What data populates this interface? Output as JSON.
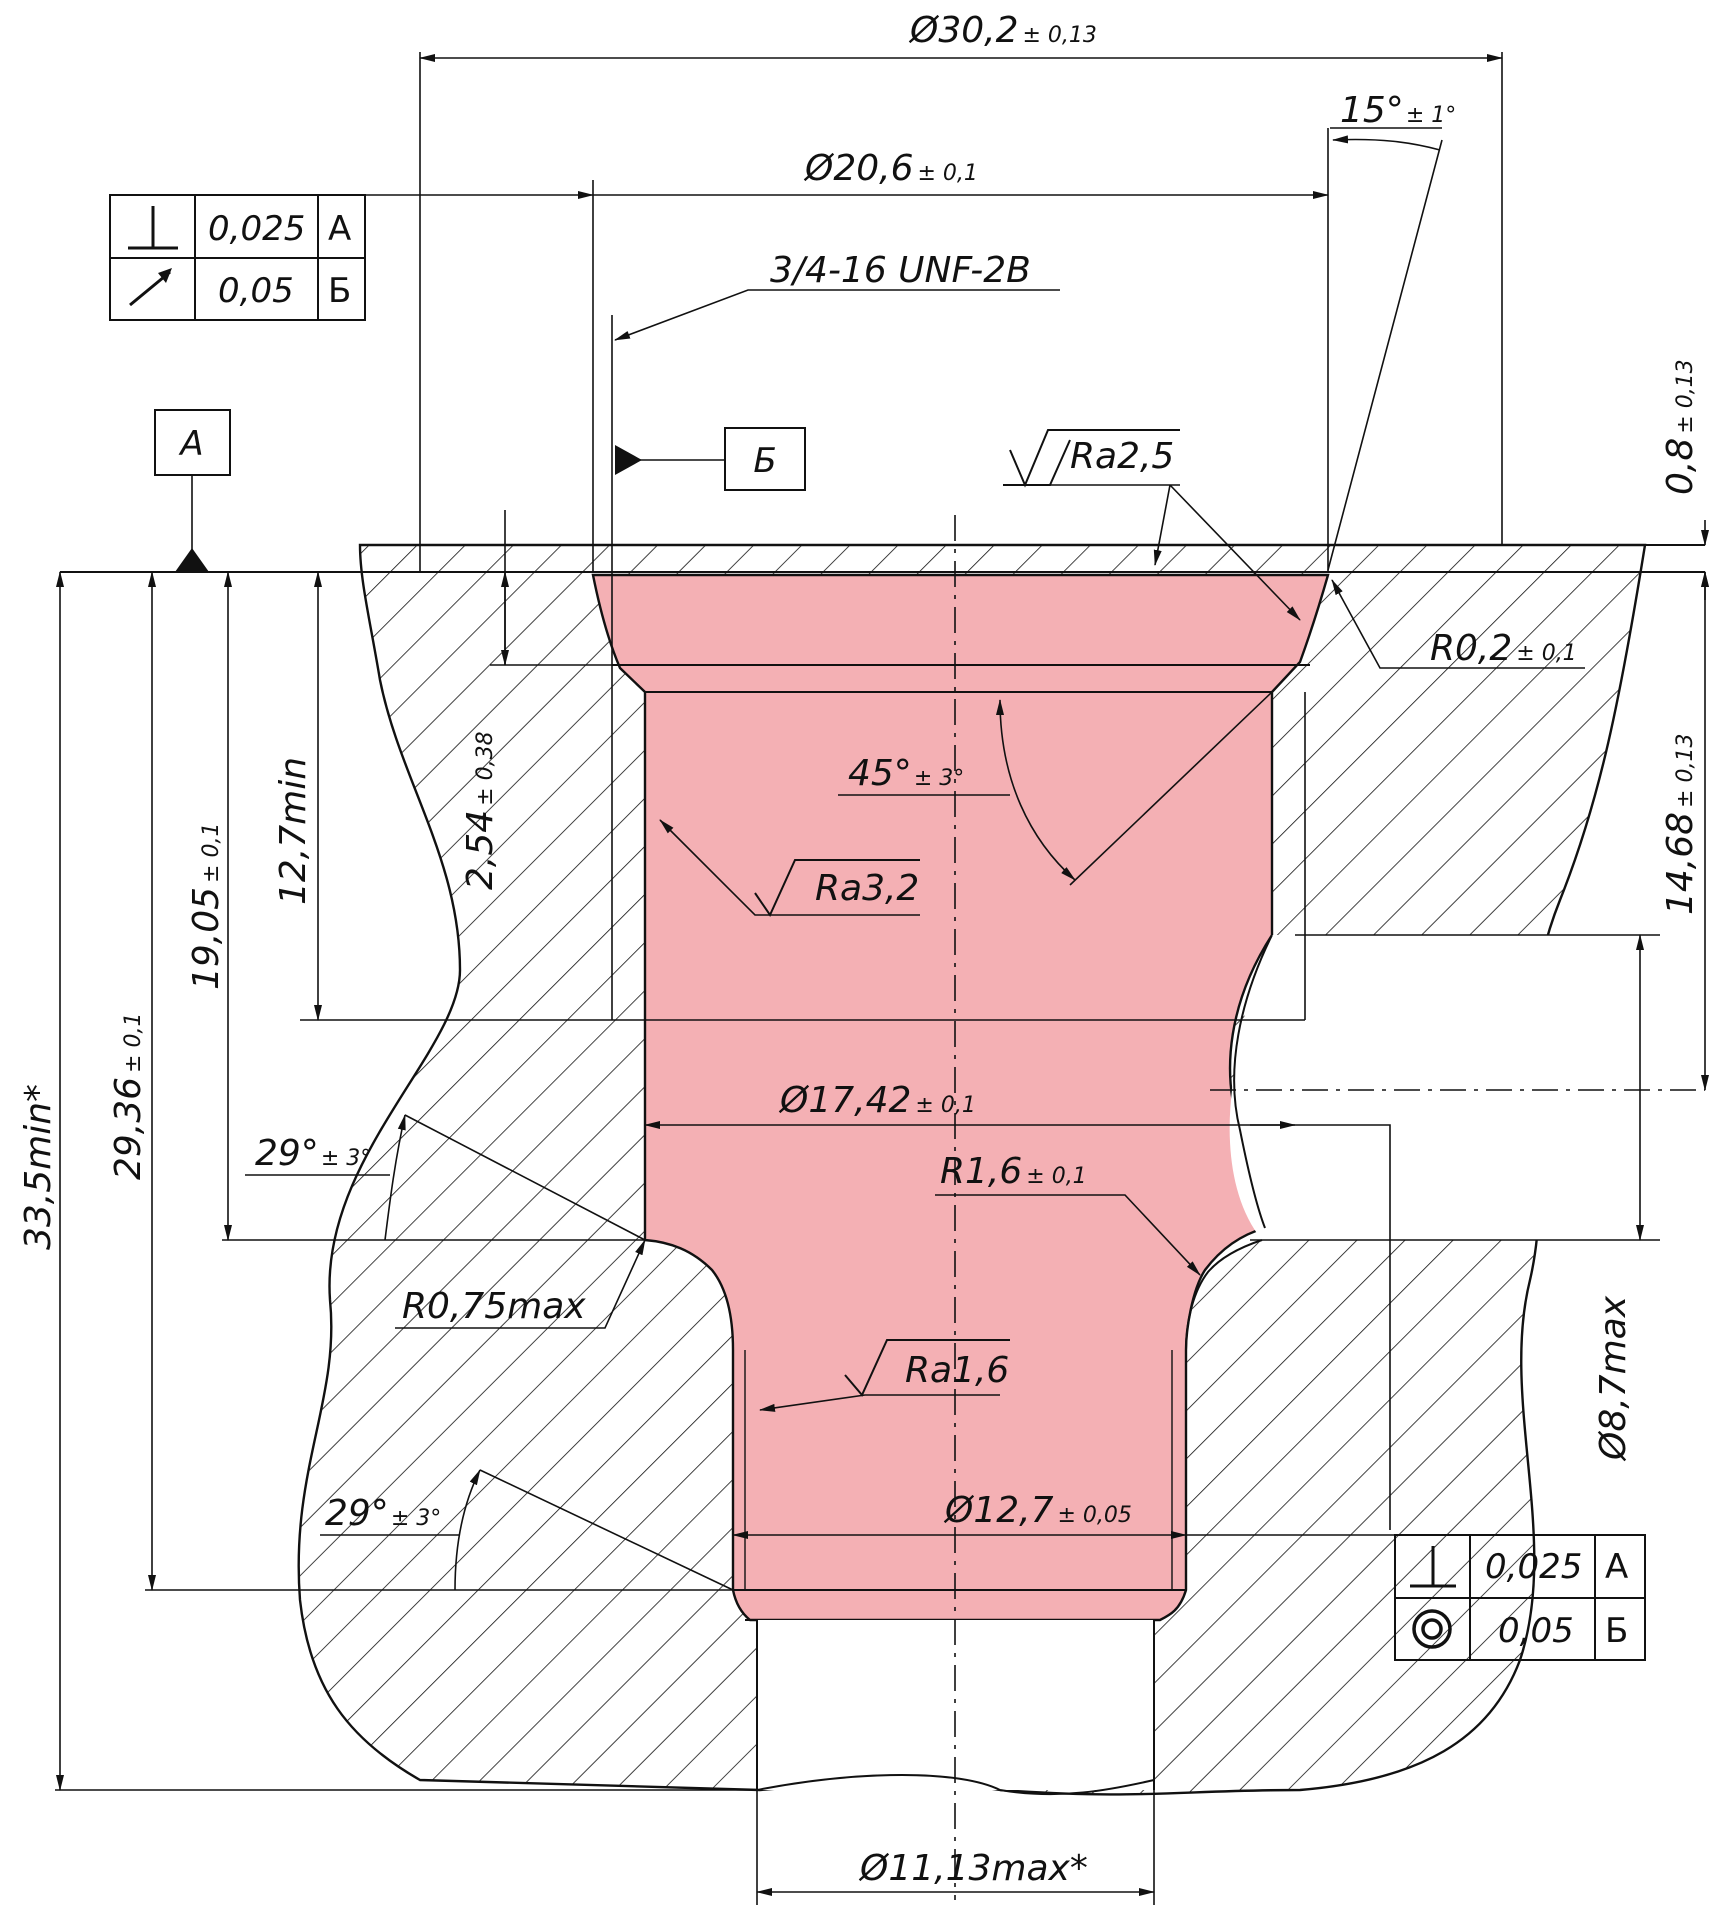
{
  "colors": {
    "cavity": "#f4b0b4",
    "line": "#111111",
    "background": "#ffffff"
  },
  "dimensions": {
    "d_outer": "Ø30,2",
    "d_outer_tol": "± 0,13",
    "d_thread_major": "Ø20,6",
    "d_thread_major_tol": "± 0,1",
    "thread_spec": "3/4-16 UNF-2B",
    "angle_top": "15°",
    "angle_top_tol": "± 1°",
    "angle_chamfer": "45°",
    "angle_chamfer_tol": "± 3°",
    "angle_lower_1": "29°",
    "angle_lower_1_tol": "± 3°",
    "angle_lower_2": "29°",
    "angle_lower_2_tol": "± 3°",
    "d_bore": "Ø17,42",
    "d_bore_tol": "± 0,1",
    "d_port": "Ø12,7",
    "d_port_tol": "± 0,05",
    "d_drill": "Ø11,13max*",
    "d_side": "Ø8,7max",
    "r_top": "R0,2",
    "r_top_tol": "± 0,1",
    "r_groove": "R1,6",
    "r_groove_tol": "± 0,1",
    "r_bottom": "R0,75max",
    "depth_total": "33,5min*",
    "depth_port": "29,36",
    "depth_port_tol": "± 0,1",
    "depth_bore": "19,05",
    "depth_bore_tol": "± 0,1",
    "depth_thread": "12,7min",
    "depth_chamfer": "2,54",
    "depth_chamfer_tol": "± 0,38",
    "depth_face": "0,8",
    "depth_face_tol": "± 0,13",
    "depth_side": "14,68",
    "depth_side_tol": "± 0,13"
  },
  "surface_finish": {
    "top": "Ra2,5",
    "thread": "Ra3,2",
    "port": "Ra1,6"
  },
  "datums": {
    "a": "А",
    "b": "Б"
  },
  "tolerance_frame_top": [
    {
      "symbol": "perpendicularity-icon",
      "value": "0,025",
      "datum": "А"
    },
    {
      "symbol": "runout-icon",
      "value": "0,05",
      "datum": "Б"
    }
  ],
  "tolerance_frame_bottom": [
    {
      "symbol": "perpendicularity-icon",
      "value": "0,025",
      "datum": "А"
    },
    {
      "symbol": "concentricity-icon",
      "value": "0,05",
      "datum": "Б"
    }
  ]
}
